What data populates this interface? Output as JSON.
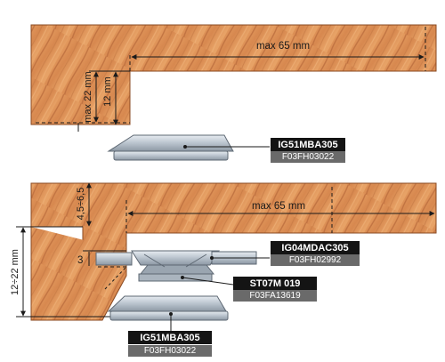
{
  "top": {
    "width_dim": "max 65 mm",
    "depth_dim_outer": "max 22 mm",
    "depth_dim_inner": "12 mm",
    "tool_code": "IG51MBA305",
    "tool_sub": "F03FH03022"
  },
  "bottom": {
    "width_dim": "max 65 mm",
    "offset_dim": "4,5÷6,5",
    "gap_dim": "3",
    "range_dim": "12÷22 mm",
    "adapter_code": "IG04MDAC305",
    "adapter_sub": "F03FH02992",
    "spacer_code": "ST07M 019",
    "spacer_sub": "F03FA13619",
    "tool_code": "IG51MBA305",
    "tool_sub": "F03FH03022"
  },
  "colors": {
    "wood_base": "#d7894f",
    "wood_grain": "#b8693a",
    "metal": "#b9c3cd",
    "label_bg": "#141414",
    "sub_bg": "#6a6a6a"
  }
}
